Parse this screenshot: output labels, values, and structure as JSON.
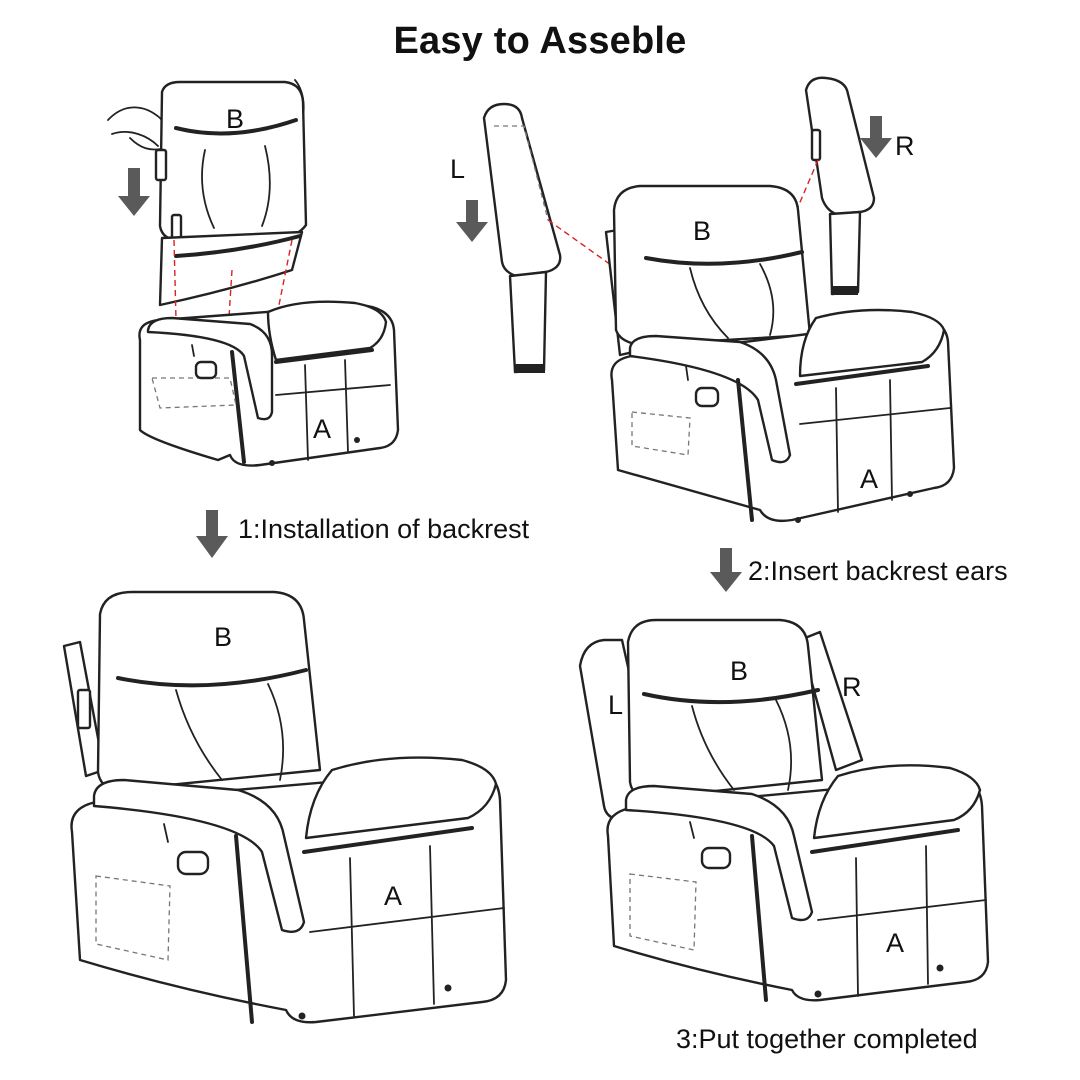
{
  "title": "Easy to Asseble",
  "steps": [
    {
      "label": "1:Installation of backrest"
    },
    {
      "label": "2:Insert backrest ears"
    },
    {
      "label": "3:Put together completed"
    }
  ],
  "parts": {
    "seat": "A",
    "backrest": "B",
    "left_ear": "L",
    "right_ear": "R"
  },
  "colors": {
    "outline": "#222222",
    "arrow": "#5a5a5a",
    "guide_lines": "#dd2222"
  }
}
